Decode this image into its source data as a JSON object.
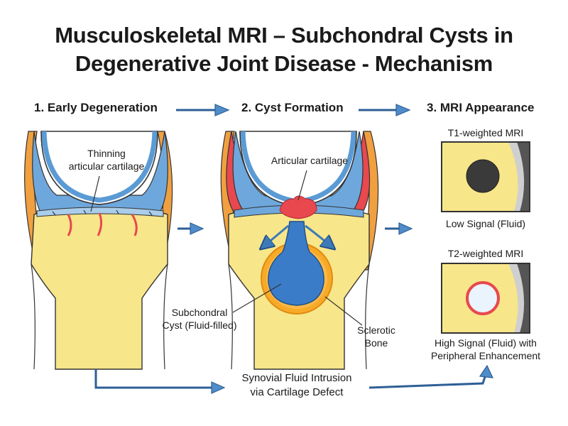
{
  "title_line1": "Musculoskeletal MRI – Subchondral Cysts in",
  "title_line2": "Degenerative Joint Disease - Mechanism",
  "steps": [
    {
      "label": "1. Early Degeneration"
    },
    {
      "label": "2. Cyst Formation"
    },
    {
      "label": "3. MRI Appearance"
    }
  ],
  "panel1": {
    "label_line1": "Thinning",
    "label_line2": "articular cartilage"
  },
  "panel2": {
    "cartilage_label": "Articular cartilage",
    "cyst_label_line1": "Subchondral",
    "cyst_label_line2": "Cyst (Fluid-filled)",
    "sclerotic_label_line1": "Sclerotic",
    "sclerotic_label_line2": "Bone"
  },
  "panel3": {
    "t1_title": "T1-weighted MRI",
    "t1_caption": "Low Signal (Fluid)",
    "t2_title": "T2-weighted MRI",
    "t2_caption_line1": "High Signal (Fluid) with",
    "t2_caption_line2": "Peripheral Enhancement"
  },
  "bottom_label_line1": "Synovial Fluid Intrusion",
  "bottom_label_line2": "via Cartilage Defect",
  "colors": {
    "bone": "#f7e68a",
    "cartilage": "#5b9bd5",
    "cartilage_light": "#a9cdea",
    "orange": "#f0a040",
    "red": "#e8484e",
    "arrow": "#3f7ab8",
    "cyst_fill": "#3a7cc8",
    "sclerotic": "#f7a928"
  }
}
